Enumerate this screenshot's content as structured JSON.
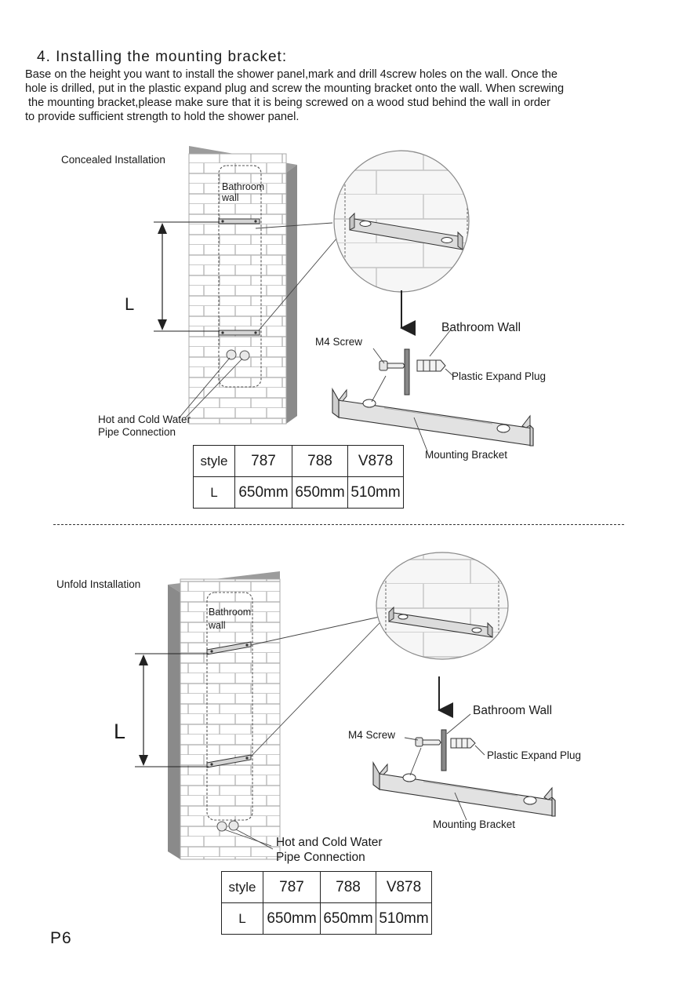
{
  "heading": "4. Installing the mounting bracket:",
  "intro_lines": [
    "Base on the height you want to install the shower panel,mark and drill 4screw holes on the wall. Once the",
    "hole is drilled, put in the plastic expand plug and screw the mounting bracket onto the wall. When screwing",
    "the mounting bracket,please make sure that it is being screwed on a wood stud behind the wall in order",
    "to provide sufficient strength to hold the shower panel."
  ],
  "concealed": {
    "title": "Concealed Installation",
    "wall_label_1": "Bathroom",
    "wall_label_2": "wall",
    "dimension": "L",
    "pipe_label_1": "Hot and Cold Water",
    "pipe_label_2": "Pipe Connection",
    "bathroom_wall": "Bathroom Wall",
    "m4_screw": "M4 Screw",
    "plug": "Plastic  Expand  Plug",
    "bracket": "Mounting  Bracket",
    "table": {
      "header": [
        "style",
        "787",
        "788",
        "V878"
      ],
      "row": [
        "L",
        "650mm",
        "650mm",
        "510mm"
      ]
    }
  },
  "unfold": {
    "title": "Unfold Installation",
    "wall_label_1": "Bathroom",
    "wall_label_2": "wall",
    "dimension": "L",
    "pipe_label_1": "Hot and Cold Water",
    "pipe_label_2": "Pipe Connection",
    "bathroom_wall": "Bathroom Wall",
    "m4_screw": "M4 Screw",
    "plug": "Plastic Expand Plug",
    "bracket": "Mounting Bracket",
    "table": {
      "header": [
        "style",
        "787",
        "788",
        "V878"
      ],
      "row": [
        "L",
        "650mm",
        "650mm",
        "510mm"
      ]
    }
  },
  "page_number": "P6"
}
